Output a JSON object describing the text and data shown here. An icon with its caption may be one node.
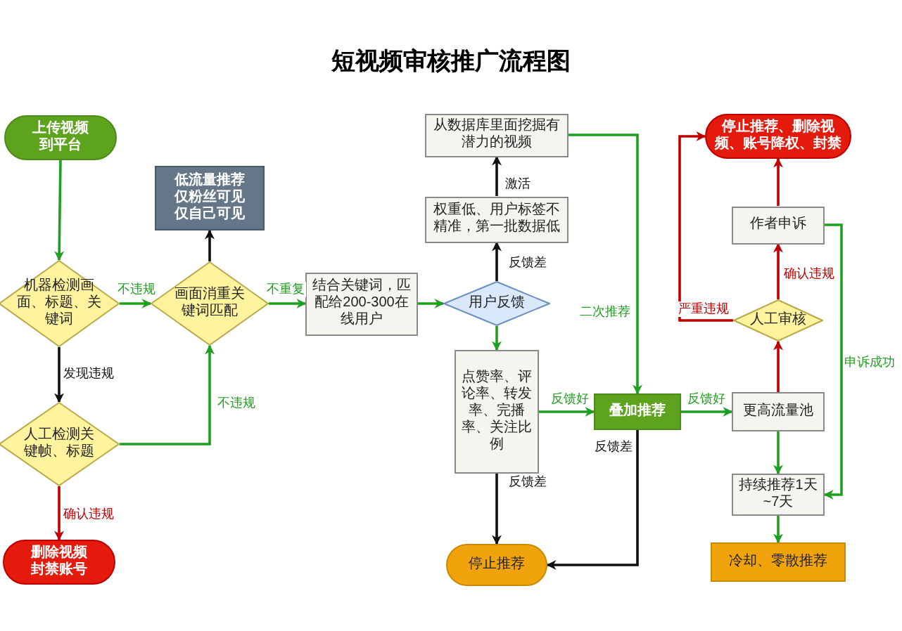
{
  "diagram": {
    "title": "短视频审核推广流程图",
    "nodes": [
      {
        "text": [
          "上传视频到平台"
        ]
      },
      {
        "text": [
          "机器检测画面、标题、关键词"
        ]
      },
      {
        "text": [
          "人工检测关键帧、标题"
        ]
      },
      {
        "text": [
          "删除视频封禁账号"
        ]
      },
      {
        "text": [
          "低流量推荐仅粉丝可见仅自己可见"
        ]
      },
      {
        "text": [
          "画面消重关键词匹配"
        ]
      },
      {
        "text": [
          "结合关键词，匹配给200-300在线用户"
        ]
      },
      {
        "text": [
          "用户反馈"
        ]
      },
      {
        "text": [
          "权重低、用户标签不精准，第一批数据低"
        ]
      },
      {
        "text": [
          "从数据库里面挖掘有潜力的视频"
        ]
      },
      {
        "text": [
          "点赞率、评论率、转发率、完播率、关注比例"
        ]
      },
      {
        "text": [
          "叠加推荐"
        ]
      },
      {
        "text": [
          "停止推荐"
        ]
      },
      {
        "text": [
          "停止推荐、删除视频、账号降权、封禁"
        ]
      },
      {
        "text": [
          "作者申诉"
        ]
      },
      {
        "text": [
          "人工审核"
        ]
      },
      {
        "text": [
          "更高流量池"
        ]
      },
      {
        "text": [
          "持续推荐1天~7天"
        ]
      },
      {
        "text": [
          "冷却、零散推荐"
        ]
      }
    ],
    "edges": [
      {
        "from": 0,
        "to": 1,
        "arrow": "to"
      },
      {
        "from": 1,
        "to": 5,
        "arrow": "to",
        "label": "不违规"
      },
      {
        "from": 1,
        "to": 2,
        "arrow": "to",
        "label": "发现违规",
        "color": "#111111"
      },
      {
        "from": 2,
        "to": 3,
        "arrow": "to",
        "label": "确认违规",
        "color": "#c00000"
      },
      {
        "from": 2,
        "to": 5,
        "arrow": "to",
        "label": "不违规"
      },
      {
        "from": 5,
        "to": 4,
        "arrow": "to",
        "color": "#111111"
      },
      {
        "from": 5,
        "to": 6,
        "arrow": "to",
        "label": "不重复"
      },
      {
        "from": 6,
        "to": 7,
        "arrow": "to"
      },
      {
        "from": 7,
        "to": 8,
        "arrow": "to",
        "label": "反馈差",
        "color": "#111111"
      },
      {
        "from": 8,
        "to": 9,
        "arrow": "to",
        "label": "激活",
        "color": "#111111"
      },
      {
        "from": 7,
        "to": 10,
        "arrow": "to"
      },
      {
        "from": 10,
        "to": 11,
        "arrow": "to",
        "label": "反馈好"
      },
      {
        "from": 10,
        "to": 12,
        "arrow": "to",
        "label": "反馈差",
        "color": "#111111"
      },
      {
        "from": 11,
        "to": 12,
        "arrow": "to",
        "label": "反馈差",
        "color": "#111111"
      },
      {
        "from": 9,
        "to": 11,
        "arrow": "to",
        "label": "二次推荐"
      },
      {
        "from": 11,
        "to": 16,
        "arrow": "to",
        "label": "反馈好"
      },
      {
        "from": 16,
        "to": 15,
        "arrow": "to",
        "color": "#c00000"
      },
      {
        "from": 15,
        "to": 14,
        "arrow": "to",
        "label": "确认违规",
        "color": "#c00000"
      },
      {
        "from": 14,
        "to": 13,
        "arrow": "to",
        "color": "#c00000"
      },
      {
        "from": 15,
        "to": 13,
        "arrow": "to",
        "label": "严重违规",
        "color": "#c00000"
      },
      {
        "from": 14,
        "to": 17,
        "arrow": "to",
        "label": "申诉成功"
      },
      {
        "from": 16,
        "to": 17,
        "arrow": "to"
      },
      {
        "from": 17,
        "to": 18,
        "arrow": "to"
      }
    ]
  }
}
